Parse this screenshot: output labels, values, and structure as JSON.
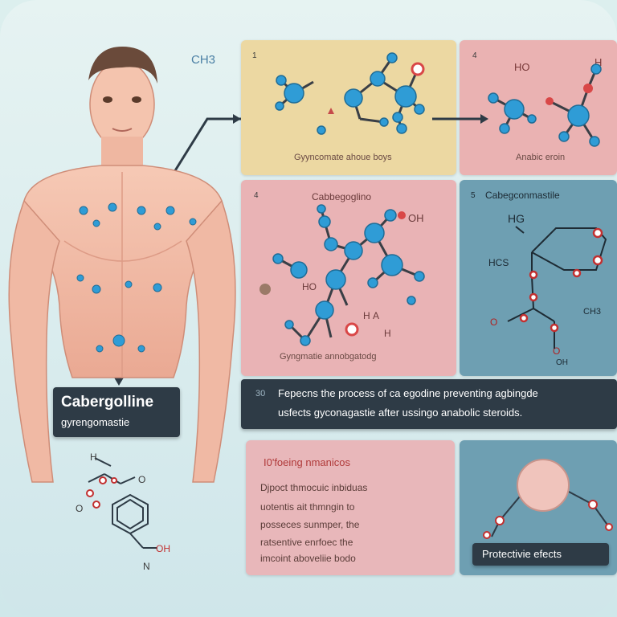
{
  "corner_labels": {
    "ch3": "CH3"
  },
  "panel1": {
    "num": "1",
    "caption": "Gyyncomate ahoue boys"
  },
  "panel2": {
    "num": "4",
    "h_label": "HO",
    "h_label2": "H",
    "caption": "Anabic eroin"
  },
  "panel3": {
    "num": "4",
    "title": "Cabbegoglino",
    "oh": "OH",
    "h1": "HO",
    "h2": "H",
    "h3": "A",
    "h4": "H",
    "caption": "Gyngmatie annobgatodg"
  },
  "panel4": {
    "num": "5",
    "title": "Cabegconmastile",
    "hg": "HG",
    "hcs": "HCS",
    "rows": [
      "O",
      "O",
      "CH3",
      "OH"
    ]
  },
  "main_label": {
    "title": "Cabergolline",
    "subtitle": "gyrengomastie"
  },
  "banner": {
    "num": "30",
    "line1": "Fepecns the process of ca egodine preventing agbingde",
    "line2": "usfects gyconagastie after ussingo anabolic steroids."
  },
  "panel5": {
    "title": "I0'foeing nmanicos",
    "items": [
      "Djpoct thmocuic inbiduas",
      "uotentis ait thmngin to",
      "posseces sunmper, the",
      "ratsentive enrfoec the",
      "imcoint aboveliie bodo"
    ]
  },
  "panel6": {
    "caption": "Protectivie efects"
  },
  "small_structure": {
    "h": "H",
    "o1": "O",
    "o2": "OH",
    "o3": "N",
    "o4": "O"
  },
  "colors": {
    "panel_yellow": "#ecd8a2",
    "panel_pink": "#eab2b2",
    "panel_blue": "#6e9fb2",
    "atom_blue": "#2f9cd6",
    "atom_red": "#d94747",
    "dark_label": "#2e3b46"
  }
}
